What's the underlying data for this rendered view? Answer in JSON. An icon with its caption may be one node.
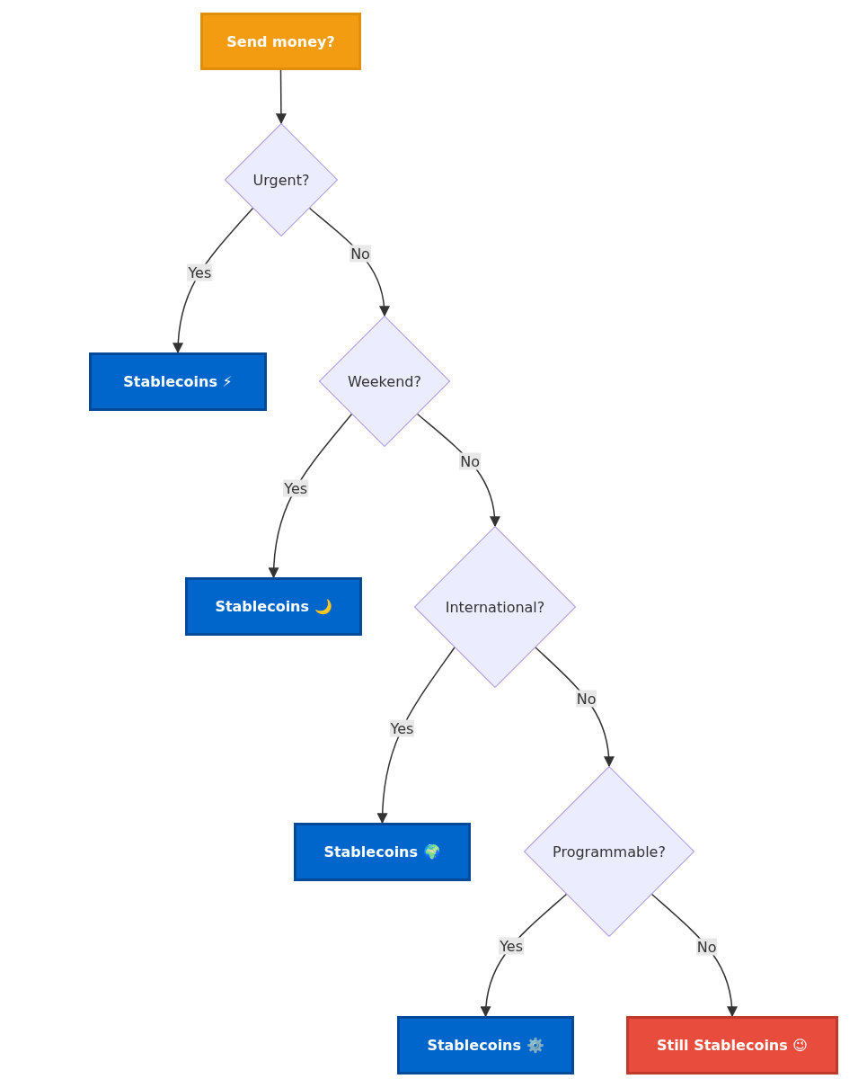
{
  "diagram": {
    "nodes": [
      {
        "text": [
          "Send money?"
        ]
      },
      {
        "text": [
          "Urgent?"
        ]
      },
      {
        "text": [
          "Stablecoins ⚡"
        ]
      },
      {
        "text": [
          "Weekend?"
        ]
      },
      {
        "text": [
          "Stablecoins 🌙"
        ]
      },
      {
        "text": [
          "International?"
        ]
      },
      {
        "text": [
          "Stablecoins 🌍"
        ]
      },
      {
        "text": [
          "Programmable?"
        ]
      },
      {
        "text": [
          "Stablecoins ⚙️"
        ]
      },
      {
        "text": [
          "Still Stablecoins 😉"
        ]
      }
    ],
    "edges": [
      {
        "from": 0,
        "to": 1,
        "arrow": "to"
      },
      {
        "from": 1,
        "to": 2,
        "arrow": "to",
        "label": "Yes"
      },
      {
        "from": 1,
        "to": 3,
        "arrow": "to",
        "label": "No"
      },
      {
        "from": 3,
        "to": 4,
        "arrow": "to",
        "label": "Yes"
      },
      {
        "from": 3,
        "to": 5,
        "arrow": "to",
        "label": "No"
      },
      {
        "from": 5,
        "to": 6,
        "arrow": "to",
        "label": "Yes"
      },
      {
        "from": 5,
        "to": 7,
        "arrow": "to",
        "label": "No"
      },
      {
        "from": 7,
        "to": 8,
        "arrow": "to",
        "label": "Yes"
      },
      {
        "from": 7,
        "to": 9,
        "arrow": "to",
        "label": "No"
      }
    ]
  }
}
